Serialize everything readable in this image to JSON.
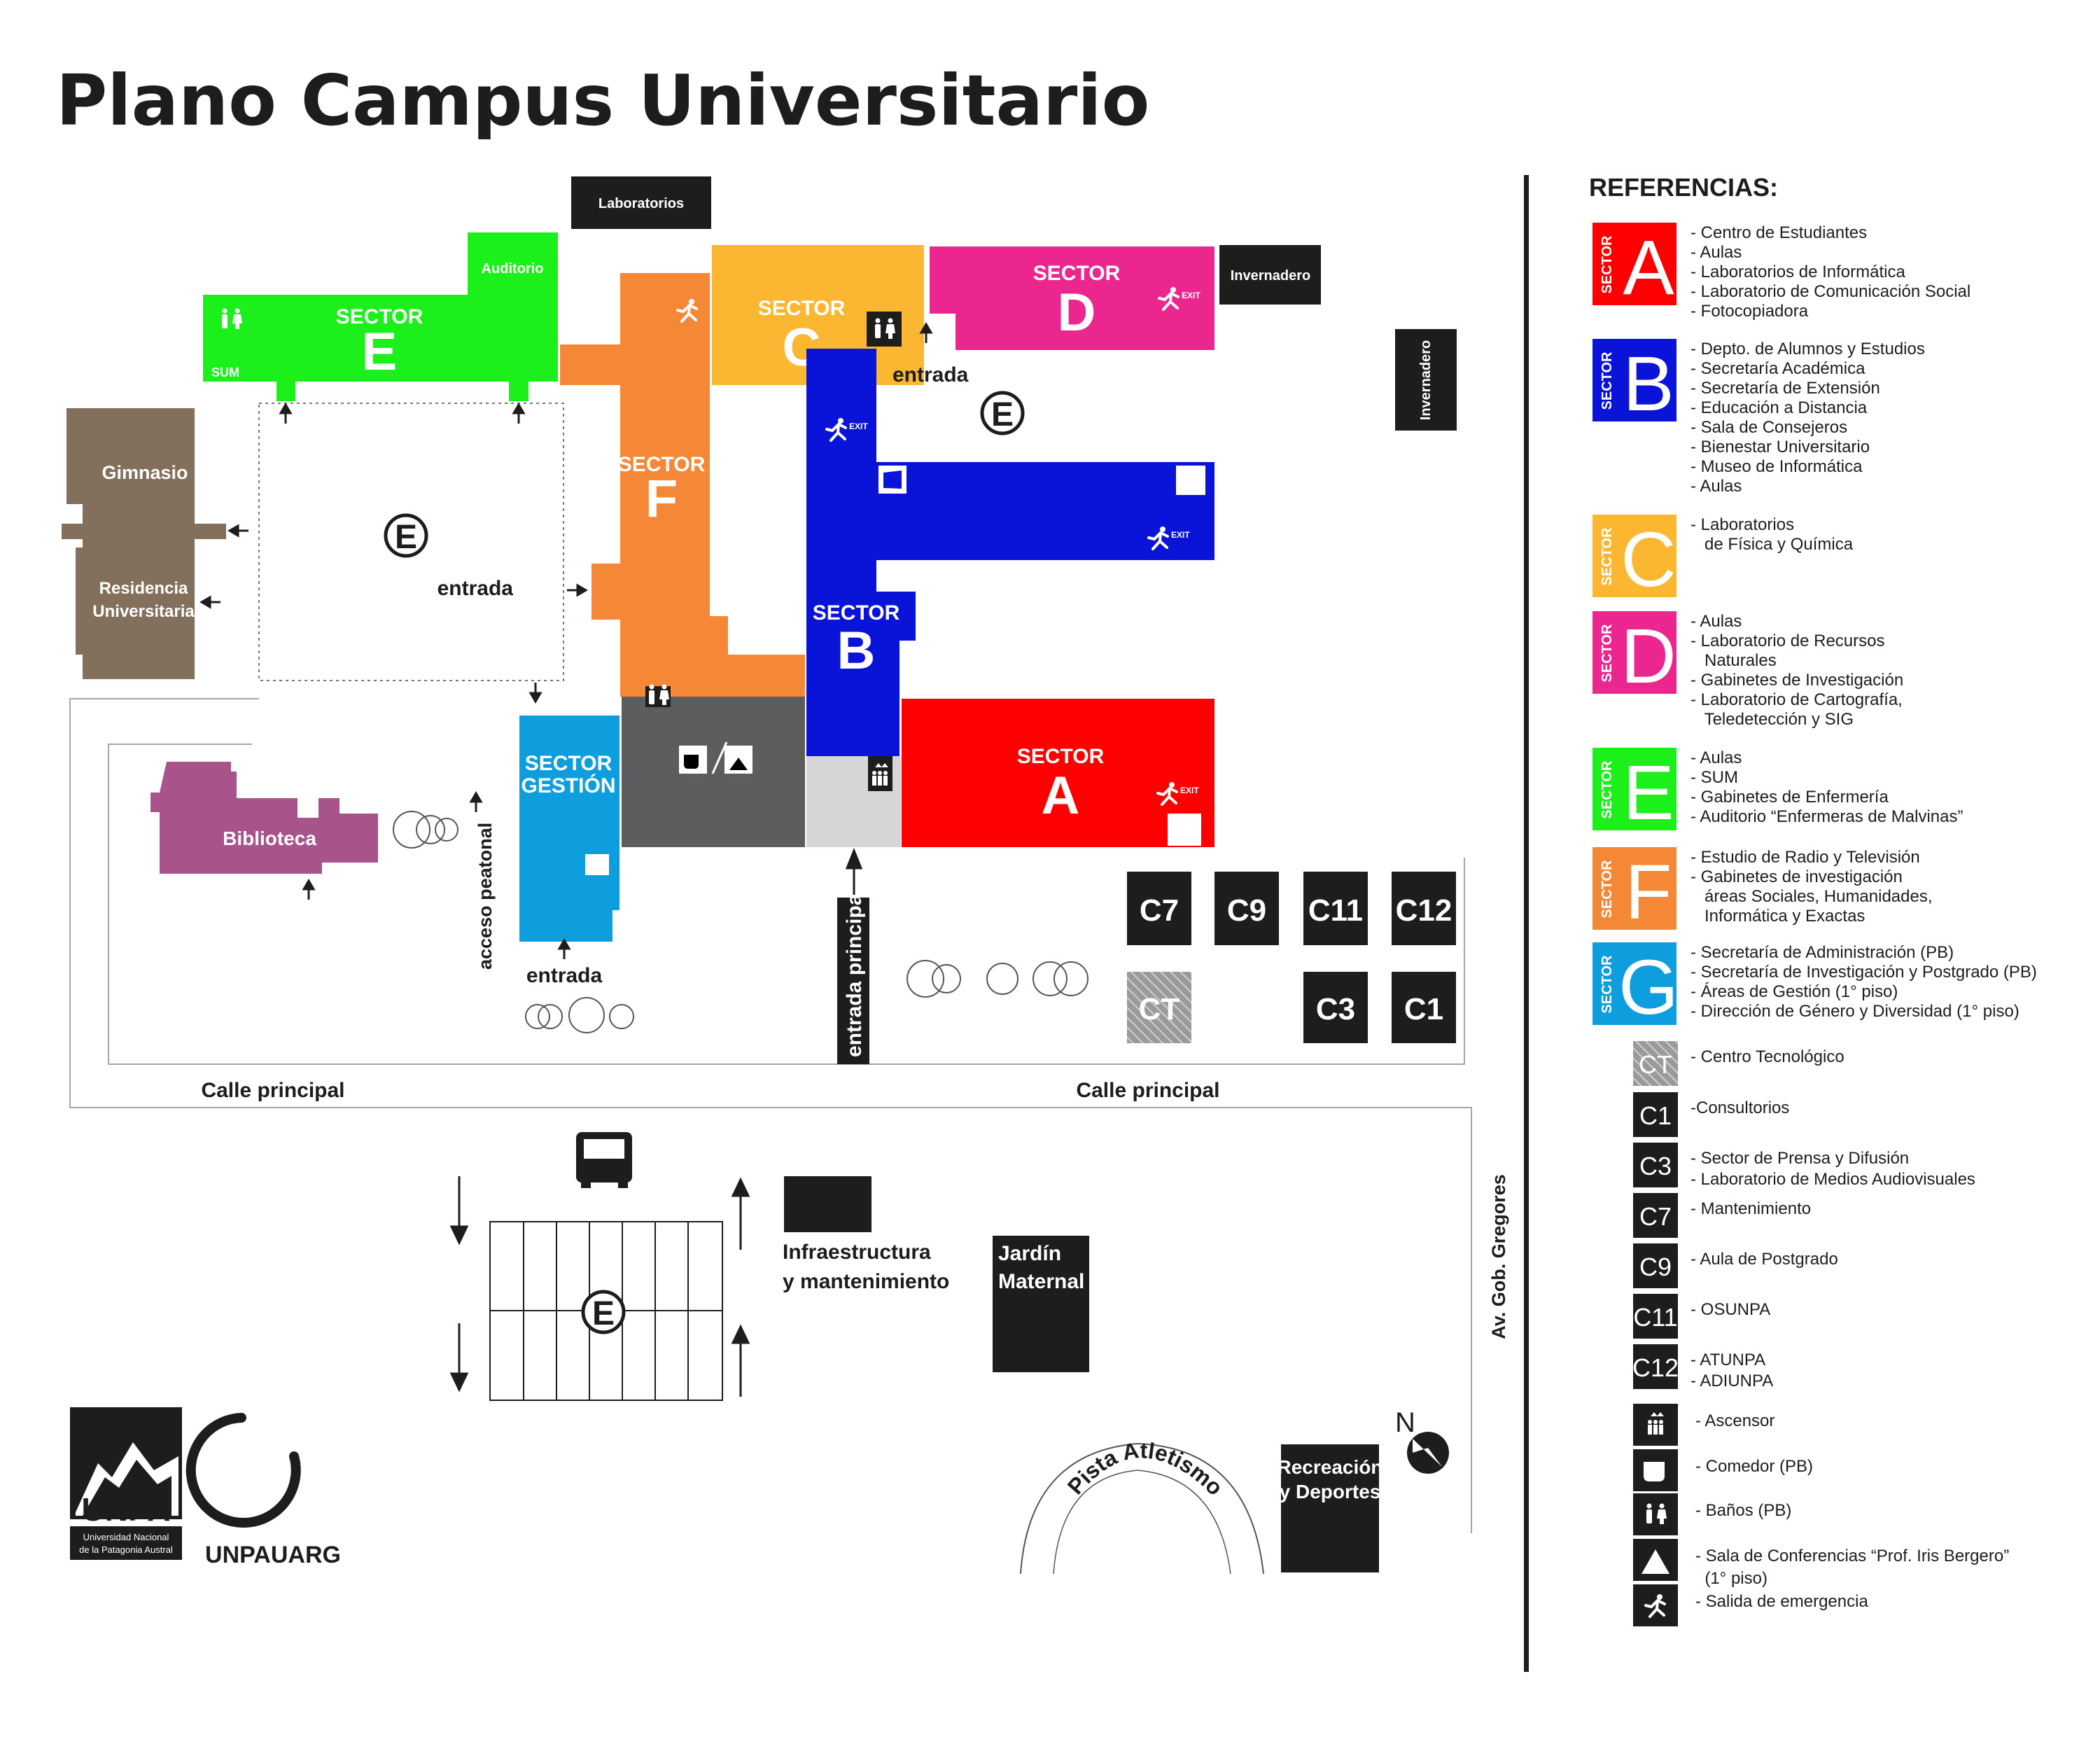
{
  "title": "Plano Campus Universitario",
  "colors": {
    "sector_a": "#ff0000",
    "sector_b": "#0a14d8",
    "sector_c": "#fbb731",
    "sector_d": "#eb278f",
    "sector_e": "#1bf01b",
    "sector_f": "#f48836",
    "sector_g": "#0e9ede",
    "gimnasio": "#83705c",
    "biblioteca": "#a8538a",
    "comedor": "#5d5d5f",
    "ascensor_area": "#d6d6d6",
    "dark": "#1d1d1b"
  },
  "map": {
    "sector_word": "SECTOR",
    "sectors": {
      "a": {
        "letter": "A"
      },
      "b": {
        "letter": "B"
      },
      "c": {
        "letter": "C"
      },
      "d": {
        "letter": "D"
      },
      "e": {
        "letter": "E"
      },
      "f": {
        "letter": "F"
      },
      "gestion": {
        "line1": "SECTOR",
        "line2": "GESTIÓN"
      }
    },
    "buildings": {
      "gimnasio": "Gimnasio",
      "residencia_1": "Residencia",
      "residencia_2": "Universitaria",
      "biblioteca": "Biblioteca",
      "auditorio": "Auditorio",
      "sum": "SUM",
      "laboratorios": "Laboratorios",
      "invernadero_1": "Invernadero",
      "invernadero_2": "Invernadero",
      "infraestructura_1": "Infraestructura",
      "infraestructura_2": "y mantenimiento",
      "jardin_1": "Jardín",
      "jardin_2": "Maternal",
      "recreacion_1": "Recreación",
      "recreacion_2": "y Deportes"
    },
    "labels": {
      "entrada": "entrada",
      "entrada_principal": "entrada principal",
      "acceso_peatonal": "acceso peatonal",
      "calle_principal": "Calle principal",
      "av_gob_gregores": "Av. Gob. Gregores",
      "pista_atletismo": "Pista Atletismo",
      "north": "N",
      "estacionamiento": "E",
      "exit": "EXIT"
    },
    "consultorios": {
      "c7": "C7",
      "c9": "C9",
      "c11": "C11",
      "c12": "C12",
      "ct": "CT",
      "c3": "C3",
      "c1": "C1"
    },
    "logos": {
      "unpa": "UNPA",
      "unpa_sub_1": "Universidad Nacional",
      "unpa_sub_2": "de la Patagonia Austral",
      "unpauarg": "UNPAUARG"
    }
  },
  "legend": {
    "title": "REFERENCIAS:",
    "sectors": [
      {
        "letter": "A",
        "items": [
          "- Centro de Estudiantes",
          "- Aulas",
          "- Laboratorios de Informática",
          "- Laboratorio de Comunicación Social",
          "- Fotocopiadora"
        ]
      },
      {
        "letter": "B",
        "items": [
          "- Depto. de Alumnos y Estudios",
          "- Secretaría Académica",
          "- Secretaría de Extensión",
          "- Educación a Distancia",
          "- Sala de Consejeros",
          "- Bienestar Universitario",
          "- Museo de Informática",
          "- Aulas"
        ]
      },
      {
        "letter": "C",
        "items": [
          "- Laboratorios",
          "   de Física y Química"
        ]
      },
      {
        "letter": "D",
        "items": [
          "- Aulas",
          "- Laboratorio de Recursos",
          "   Naturales",
          "- Gabinetes de Investigación",
          "- Laboratorio de Cartografía,",
          "   Teledetección y SIG"
        ]
      },
      {
        "letter": "E",
        "items": [
          "- Aulas",
          "- SUM",
          "- Gabinetes de Enfermería",
          "- Auditorio “Enfermeras de Malvinas”"
        ]
      },
      {
        "letter": "F",
        "items": [
          "- Estudio de Radio y Televisión",
          "- Gabinetes de investigación",
          "   áreas Sociales, Humanidades,",
          "   Informática y Exactas"
        ]
      },
      {
        "letter": "G",
        "items": [
          "- Secretaría de Administración (PB)",
          "- Secretaría de Investigación y Postgrado (PB)",
          "- Áreas de Gestión (1° piso)",
          "- Dirección de Género y Diversidad (1° piso)"
        ]
      }
    ],
    "codes": [
      {
        "code": "CT",
        "items": [
          "- Centro Tecnológico"
        ]
      },
      {
        "code": "C1",
        "items": [
          "-Consultorios"
        ]
      },
      {
        "code": "C3",
        "items": [
          "- Sector de Prensa y Difusión",
          "- Laboratorio de Medios Audiovisuales"
        ]
      },
      {
        "code": "C7",
        "items": [
          "- Mantenimiento"
        ]
      },
      {
        "code": "C9",
        "items": [
          "- Aula de Postgrado"
        ]
      },
      {
        "code": "C11",
        "items": [
          "- OSUNPA"
        ]
      },
      {
        "code": "C12",
        "items": [
          "- ATUNPA",
          "- ADIUNPA"
        ]
      }
    ],
    "icons": [
      {
        "icon": "elevator-icon",
        "items": [
          "- Ascensor"
        ]
      },
      {
        "icon": "cafeteria-icon",
        "items": [
          "- Comedor (PB)"
        ]
      },
      {
        "icon": "restroom-icon",
        "items": [
          "- Baños (PB)"
        ]
      },
      {
        "icon": "conference-icon",
        "items": [
          "- Sala de Conferencias “Prof. Iris Bergero”",
          "  (1° piso)"
        ]
      },
      {
        "icon": "emergency-exit-icon",
        "items": [
          "- Salida de emergencia"
        ]
      }
    ]
  }
}
